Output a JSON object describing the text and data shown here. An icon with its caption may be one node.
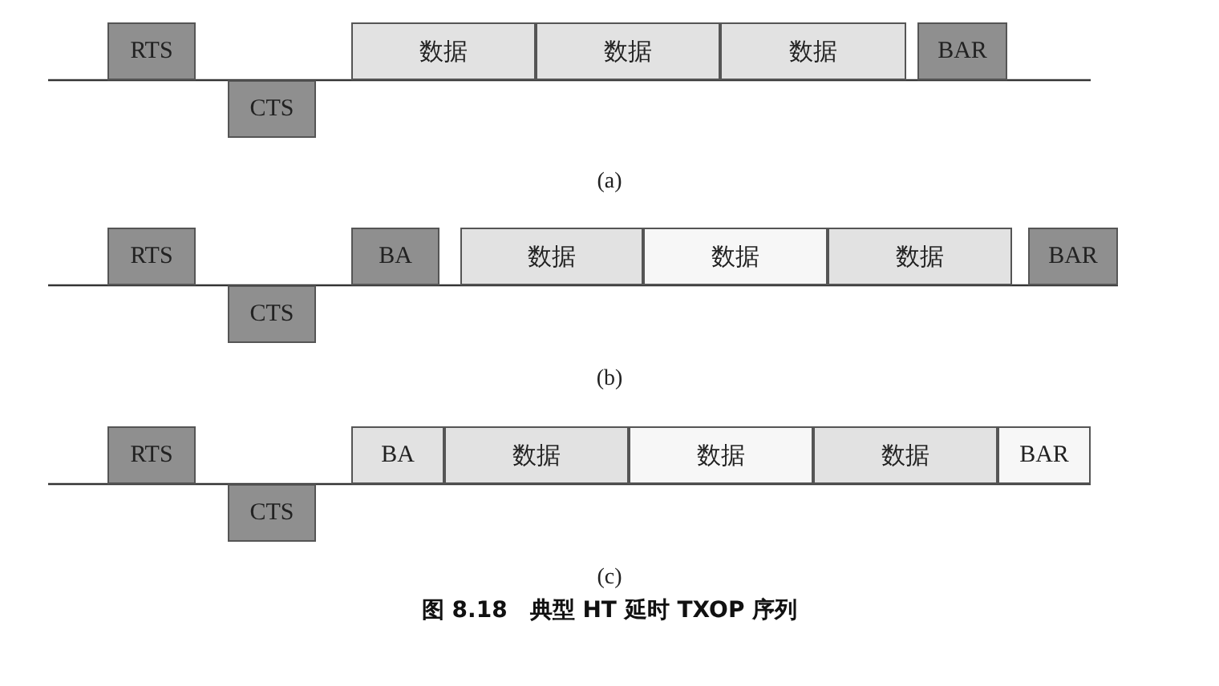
{
  "diagram": {
    "caption": "图 8.18　典型 HT 延时 TXOP 序列",
    "nodes": [
      {
        "text": [
          "RTS"
        ]
      },
      {
        "text": [
          "CTS"
        ]
      },
      {
        "text": [
          "数据"
        ]
      },
      {
        "text": [
          "数据"
        ]
      },
      {
        "text": [
          "数据"
        ]
      },
      {
        "text": [
          "BAR"
        ]
      },
      {
        "text": [
          "RTS"
        ]
      },
      {
        "text": [
          "CTS"
        ]
      },
      {
        "text": [
          "BA"
        ]
      },
      {
        "text": [
          "数据"
        ]
      },
      {
        "text": [
          "数据"
        ]
      },
      {
        "text": [
          "数据"
        ]
      },
      {
        "text": [
          "BAR"
        ]
      },
      {
        "text": [
          "RTS"
        ]
      },
      {
        "text": [
          "CTS"
        ]
      },
      {
        "text": [
          "BA"
        ]
      },
      {
        "text": [
          "数据"
        ]
      },
      {
        "text": [
          "数据"
        ]
      },
      {
        "text": [
          "数据"
        ]
      },
      {
        "text": [
          "BAR"
        ]
      }
    ],
    "labels": [
      "(a)",
      "(b)",
      "(c)"
    ]
  }
}
